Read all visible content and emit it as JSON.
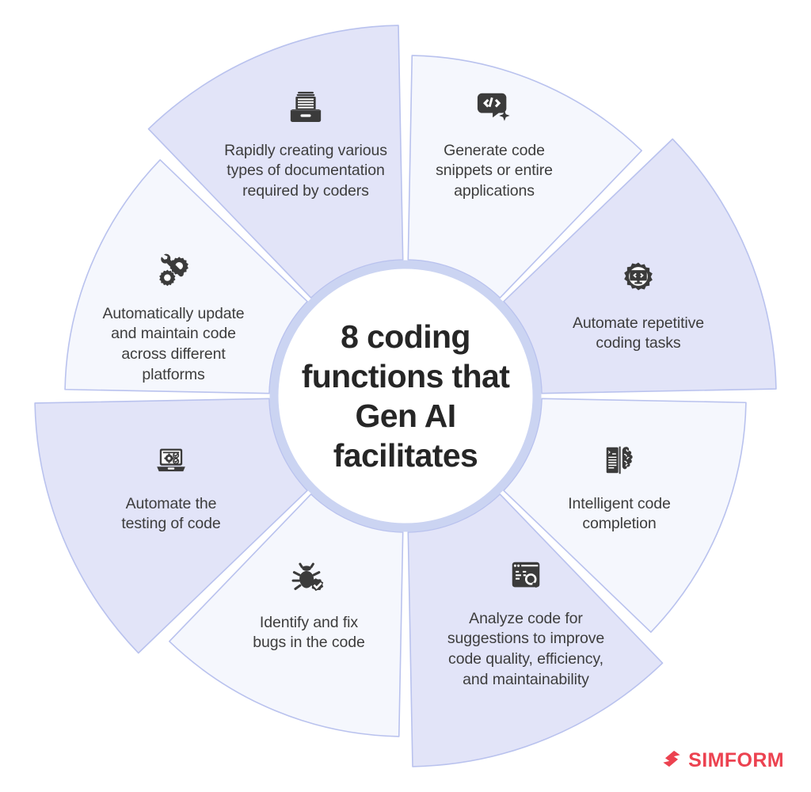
{
  "center": {
    "title": "8 coding\nfunctions that\nGen AI\nfacilitates"
  },
  "colors": {
    "segment_dark": "#e2e4f8",
    "segment_light": "#f5f7fd",
    "segment_stroke": "#b9c2ee",
    "center_ring": "#cbd4f2",
    "center_fill": "#ffffff",
    "text": "#3d3d3d",
    "title_text": "#262626",
    "icon": "#3b3b3b",
    "brand": "#ec4250",
    "background": "#ffffff"
  },
  "brand": {
    "name": "SIMFORM",
    "mark": "simform-logo-icon"
  },
  "chart_data": {
    "type": "pie",
    "title": "8 coding functions that Gen AI facilitates",
    "legend": "none",
    "categories": [
      "Generate code snippets or entire applications",
      "Automate repetitive coding tasks",
      "Intelligent code completion",
      "Analyze code for suggestions to improve code quality, efficiency, and maintainability",
      "Identify and fix bugs in the code",
      "Automate the testing of code",
      "Automatically update and maintain code across different platforms",
      "Rapidly creating various types of documentation required by coders"
    ],
    "values": [
      12.5,
      12.5,
      12.5,
      12.5,
      12.5,
      12.5,
      12.5,
      12.5
    ],
    "xlabel": "",
    "ylabel": ""
  },
  "segments": [
    {
      "id": "generate-code",
      "index": 1,
      "label": "Generate code\nsnippets or entire\napplications",
      "icon": "code-sparkle-icon",
      "shade": "light"
    },
    {
      "id": "automate-repetitive",
      "index": 2,
      "label": "Automate repetitive\ncoding tasks",
      "icon": "gear-monitor-code-icon",
      "shade": "dark"
    },
    {
      "id": "intelligent-completion",
      "index": 3,
      "label": "Intelligent code\ncompletion",
      "icon": "code-brain-icon",
      "shade": "light"
    },
    {
      "id": "analyze-code",
      "index": 4,
      "label": "Analyze code for\nsuggestions to improve\ncode quality, efficiency,\nand maintainability",
      "icon": "window-search-icon",
      "shade": "dark"
    },
    {
      "id": "fix-bugs",
      "index": 5,
      "label": "Identify and fix\nbugs in the code",
      "icon": "bug-check-icon",
      "shade": "light"
    },
    {
      "id": "automate-testing",
      "index": 6,
      "label": "Automate the\ntesting of code",
      "icon": "laptop-gear-check-icon",
      "shade": "dark"
    },
    {
      "id": "update-maintain",
      "index": 7,
      "label": "Automatically update\nand maintain code\nacross different\nplatforms",
      "icon": "gears-wrench-icon",
      "shade": "light"
    },
    {
      "id": "documentation",
      "index": 8,
      "label": "Rapidly creating various\ntypes of documentation\nrequired by coders",
      "icon": "file-drawer-icon",
      "shade": "dark"
    }
  ]
}
